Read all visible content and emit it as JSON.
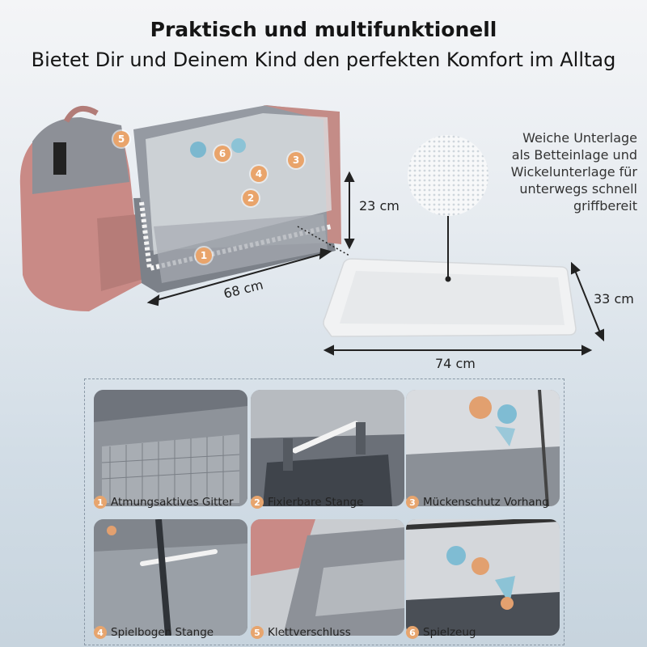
{
  "heading": {
    "title": "Praktisch und multifunktionell",
    "subtitle": "Bietet Dir und Deinem Kind den perfekten Komfort im Alltag"
  },
  "dimensions": {
    "bag_height": "23 cm",
    "bag_length": "68 cm",
    "mat_width": "33 cm",
    "mat_length": "74 cm"
  },
  "mat_description": [
    "Weiche Unterlage",
    "als Betteinlage und",
    "Wickelunterlage für",
    "unterwegs schnell",
    "griffbereit"
  ],
  "callouts": [
    "1",
    "2",
    "3",
    "4",
    "5",
    "6"
  ],
  "features": [
    {
      "number": "1",
      "label": "Atmungsaktives Gitter"
    },
    {
      "number": "2",
      "label": "Fixierbare Stange"
    },
    {
      "number": "3",
      "label": "Mückenschutz Vorhang"
    },
    {
      "number": "4",
      "label": "Spielbogen Stange"
    },
    {
      "number": "5",
      "label": "Klettverschluss"
    },
    {
      "number": "6",
      "label": "Spielzeug"
    }
  ],
  "colors": {
    "accent_badge": "#e7a56e",
    "bag_pink": "#c98a86",
    "bag_grey": "#8d9097"
  }
}
